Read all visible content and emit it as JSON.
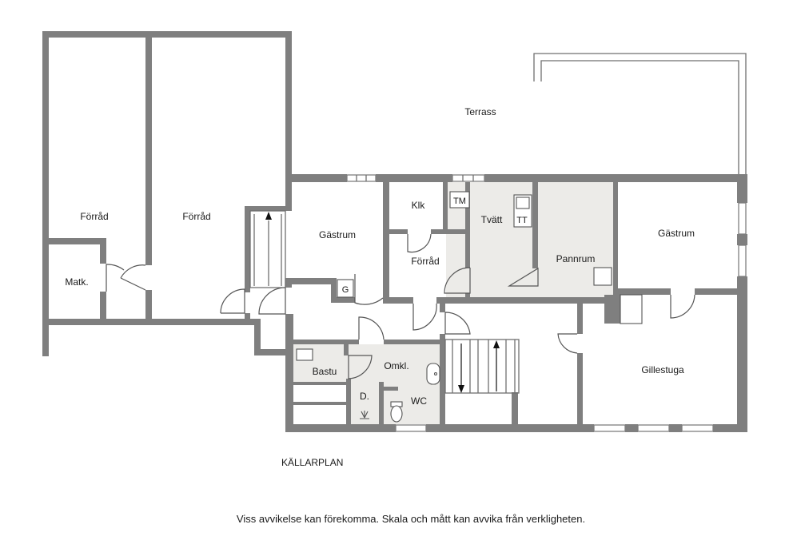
{
  "plan": {
    "title": "KÄLLARPLAN",
    "disclaimer": "Viss avvikelse kan förekomma. Skala och mått kan avvika från verkligheten."
  },
  "rooms": {
    "forrad_west": "Förråd",
    "forrad_middle": "Förråd",
    "matk": "Matk.",
    "terrass": "Terrass",
    "gastrum_west": "Gästrum",
    "klk": "Klk",
    "tvatt": "Tvätt",
    "forrad_small": "Förråd",
    "pannrum": "Pannrum",
    "gastrum_east": "Gästrum",
    "bastu": "Bastu",
    "omkl": "Omkl.",
    "dusch": "D.",
    "wc": "WC",
    "gillestuga": "Gillestuga"
  },
  "fixtures": {
    "tm": "TM",
    "tt": "TT",
    "g": "G"
  },
  "colors": {
    "wall": "#7f7f7f",
    "wet_room_floor": "#ecebe8",
    "background": "#ffffff"
  }
}
